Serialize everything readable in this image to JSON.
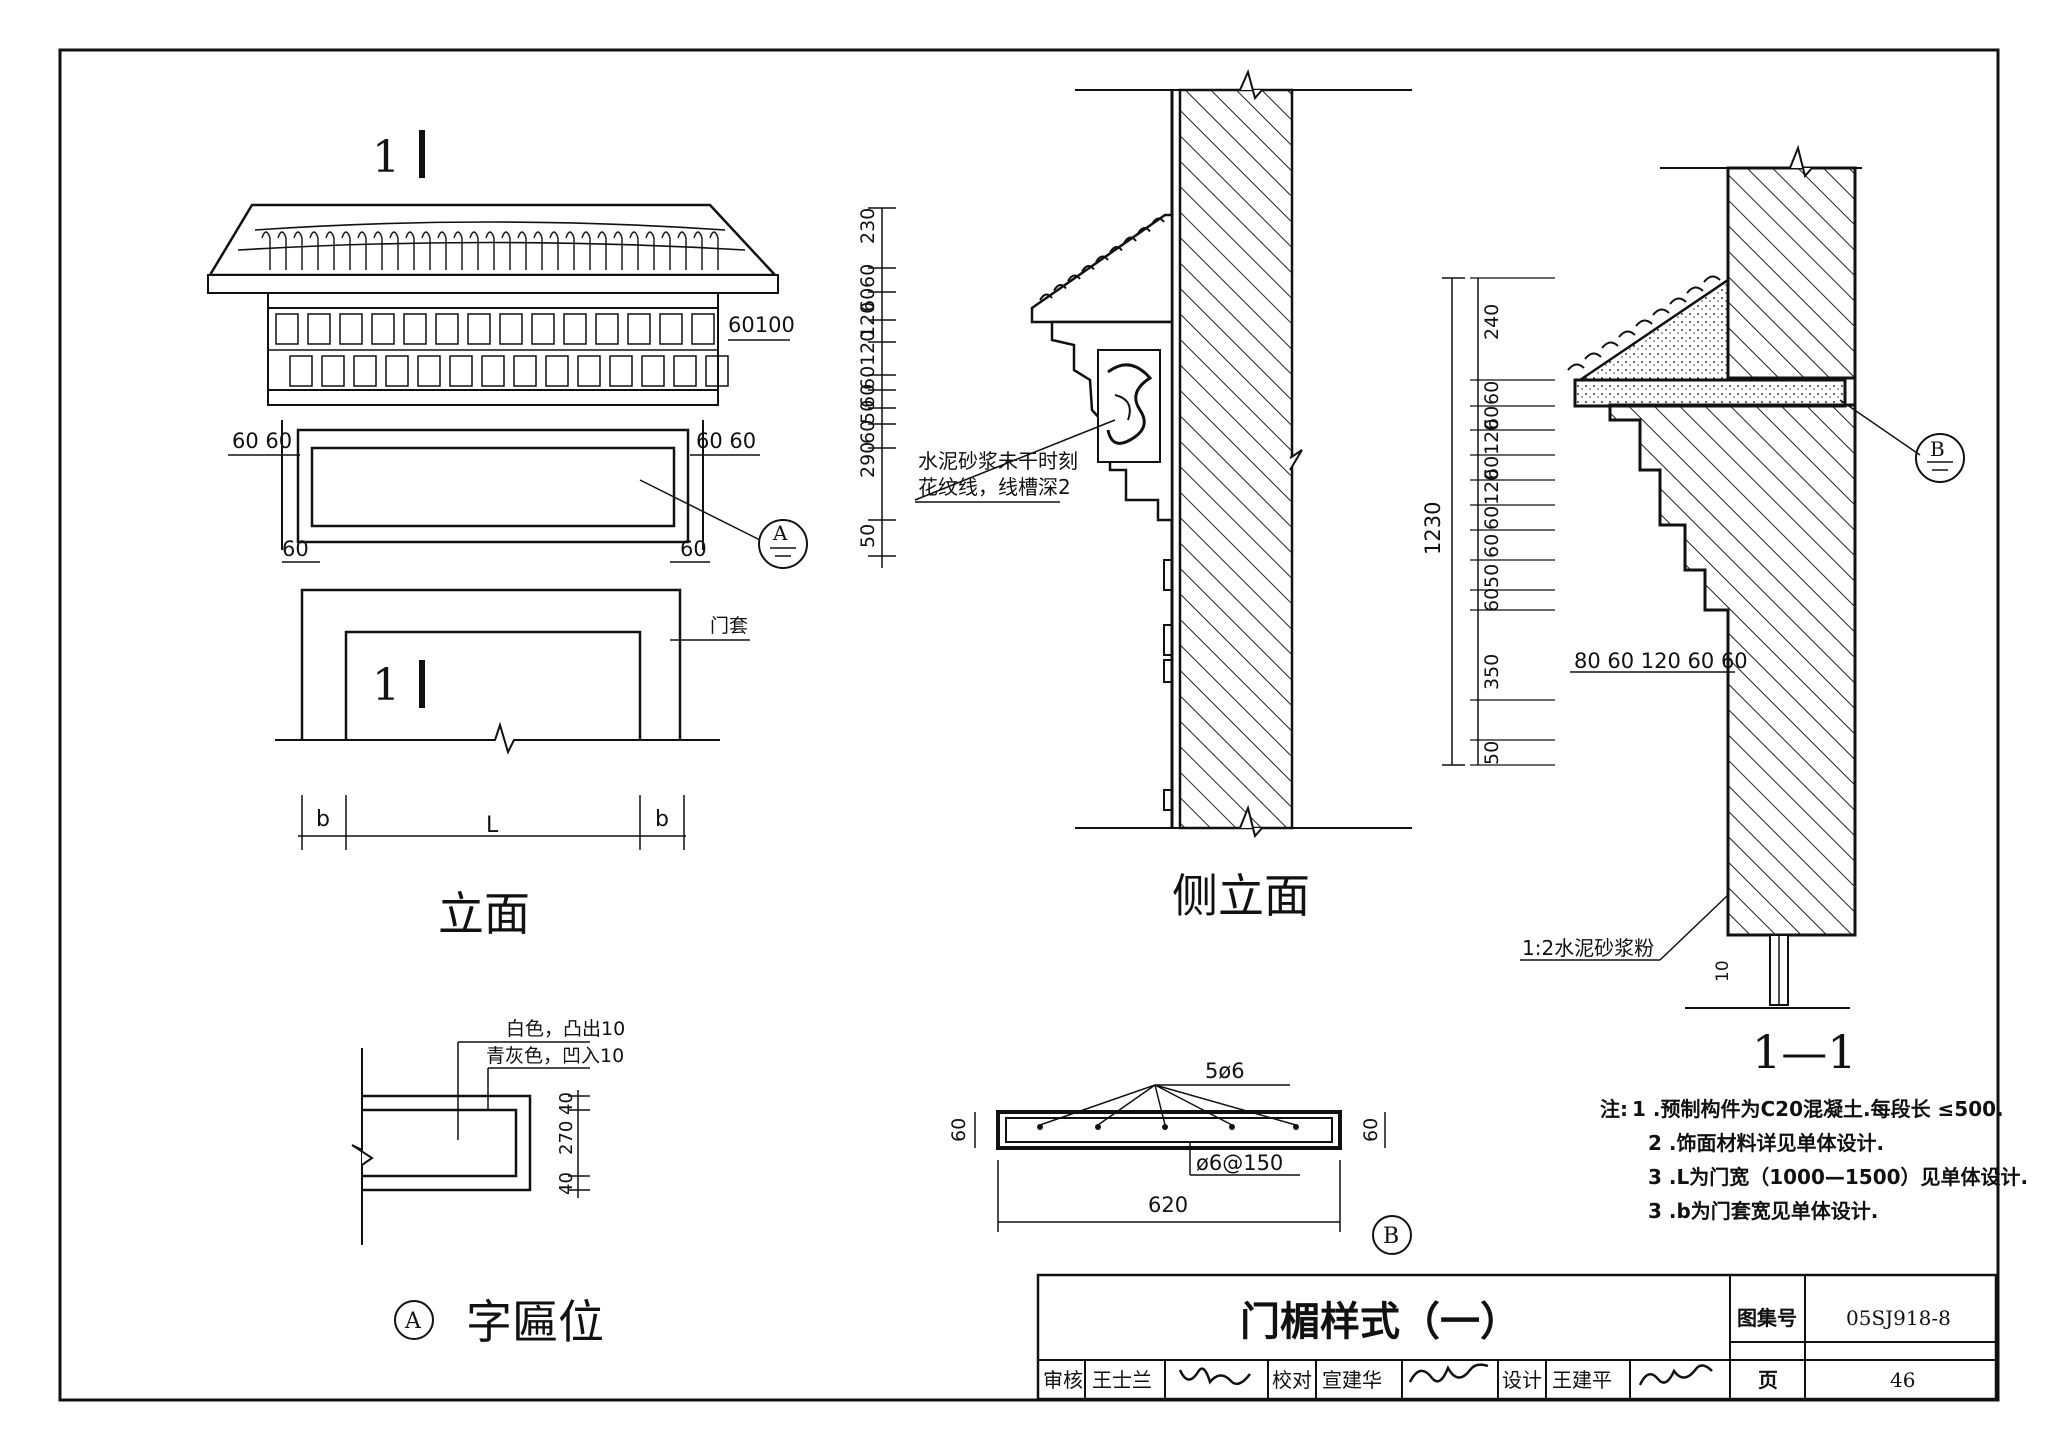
{
  "elevation": {
    "section_mark": "1",
    "title": "立面",
    "door_frame_label": "门套",
    "callout_a": "A",
    "dims_right": [
      "230",
      "60",
      "60",
      "120",
      "120",
      "60",
      "60",
      "50",
      "60",
      "290",
      "50"
    ],
    "dims_top_right": "60100",
    "dims_left_pair": "60 60",
    "dims_right_pair": "60 60",
    "dim_60_left": "60",
    "dim_60_right": "60",
    "dim_b": "b",
    "dim_l": "L"
  },
  "side": {
    "title": "侧立面",
    "note_line1": "水泥砂浆未干时刻",
    "note_line2": "花纹线，线槽深2"
  },
  "section": {
    "title": "1—1",
    "callout_b": "B",
    "dim_total": "1230",
    "dims_vert": [
      "240",
      "60",
      "60",
      "120",
      "60",
      "120",
      "60",
      "60",
      "50",
      "60",
      "350",
      "50"
    ],
    "dims_horiz": "80 60 120 60 60",
    "plaster_note": "1:2水泥砂浆粉",
    "dim_10": "10"
  },
  "detail_a": {
    "callout": "A",
    "title": "字匾位",
    "label_white": "白色，凸出10",
    "label_grey": "青灰色，凹入10",
    "dims": [
      "40",
      "270",
      "40"
    ]
  },
  "detail_b": {
    "callout": "B",
    "rebar": "5ø6",
    "stirrup": "ø6@150",
    "width": "620",
    "height_left": "60",
    "height_right": "60"
  },
  "notes": {
    "prefix": "注:",
    "n1": "1 .预制构件为C20混凝土.每段长 ≤500.",
    "n2": "2 .饰面材料详见单体设计.",
    "n3": "3 .L为门宽（1000—1500）见单体设计.",
    "n4": "3 .b为门套宽见单体设计."
  },
  "title_block": {
    "title": "门楣样式（一）",
    "atlas_label": "图集号",
    "atlas_no": "05SJ918-8",
    "page_label": "页",
    "page_no": "46",
    "review_label": "审核",
    "review_name": "王士兰",
    "check_label": "校对",
    "check_name": "宣建华",
    "design_label": "设计",
    "design_name": "王建平"
  }
}
